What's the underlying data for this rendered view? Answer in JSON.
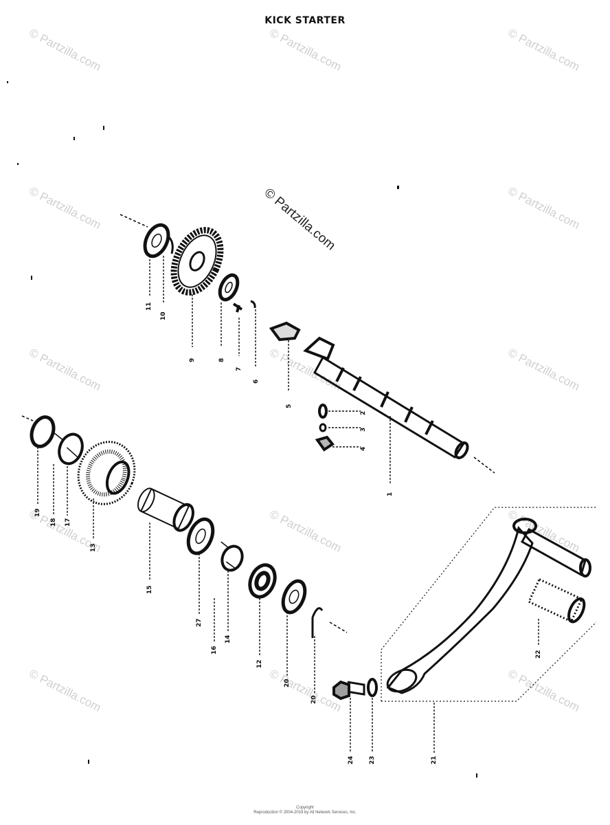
{
  "title": "KICK STARTER",
  "watermarks": {
    "main": "© Partzilla.com",
    "repeat": "© Partzilla.com"
  },
  "callouts": {
    "c11": "11",
    "c10": "10",
    "c9": "9",
    "c8a": "8",
    "c7": "7",
    "c6": "6",
    "c5": "5",
    "c2": "2",
    "c3": "3",
    "c4": "4",
    "c1": "1",
    "c19a": "19",
    "c18": "18",
    "c17": "17",
    "c13": "13",
    "c15": "15",
    "c27": "27",
    "c16": "16",
    "c14": "14",
    "c12": "12",
    "c20": "20",
    "c22": "22",
    "c24": "24",
    "c23": "23",
    "c21": "21"
  },
  "footer": {
    "line1": "Copyright",
    "line2": "Reproduction © 2004-2019 by All Network Services, Inc."
  },
  "colors": {
    "ink": "#111111",
    "watermark": "#cfcfcf",
    "background": "#ffffff"
  }
}
